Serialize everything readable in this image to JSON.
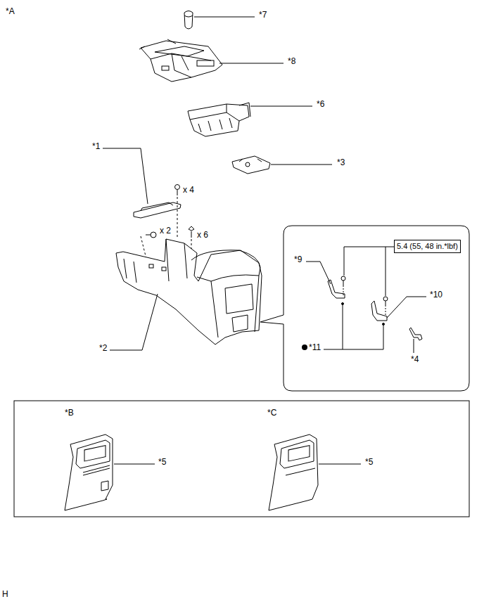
{
  "diagram": {
    "nodes": [
      {
        "text": [
          "5.4 (55, 48 in.*lbf)"
        ]
      }
    ],
    "labels": [
      "*A",
      "*7",
      "*8",
      "*6",
      "*1",
      "*3",
      "x 4",
      "x 2",
      "x 6",
      "*2",
      "*9",
      "*10",
      "*11",
      "*4",
      "*B",
      "*5",
      "*C",
      "*5",
      "H"
    ]
  }
}
